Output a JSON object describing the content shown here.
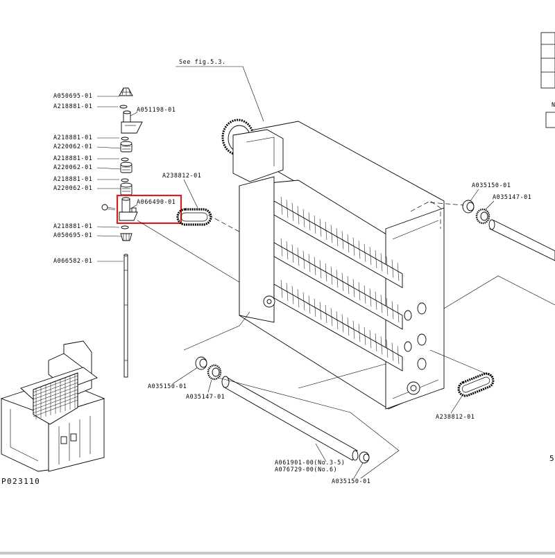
{
  "diagram_id": "P023110",
  "reference_note": "See fig.5.3.",
  "highlight_color": "#d81e1e",
  "highlighted_part": "A066490-01",
  "left_column_parts": [
    "A050695-01",
    "A218881-01",
    "A051198-01",
    "A218881-01",
    "A220062-01",
    "A218881-01",
    "A220062-01",
    "A218881-01",
    "A220062-01",
    "A066490-01",
    "A218881-01",
    "A050695-01",
    "A066582-01"
  ],
  "belt_top": "A238812-01",
  "belt_bottom": "A238812-01",
  "right_gear_a": "A035150-01",
  "right_gear_b": "A035147-01",
  "lower_gear_a": "A035150-01",
  "lower_gear_b": "A035147-01",
  "roller_line_1": "A061901-00(No.3-5)",
  "roller_line_2": "A076729-00(No.6)",
  "roller_end_gear": "A035150-01",
  "edge_fragment_top": "N",
  "edge_fragment_bottom": "5"
}
